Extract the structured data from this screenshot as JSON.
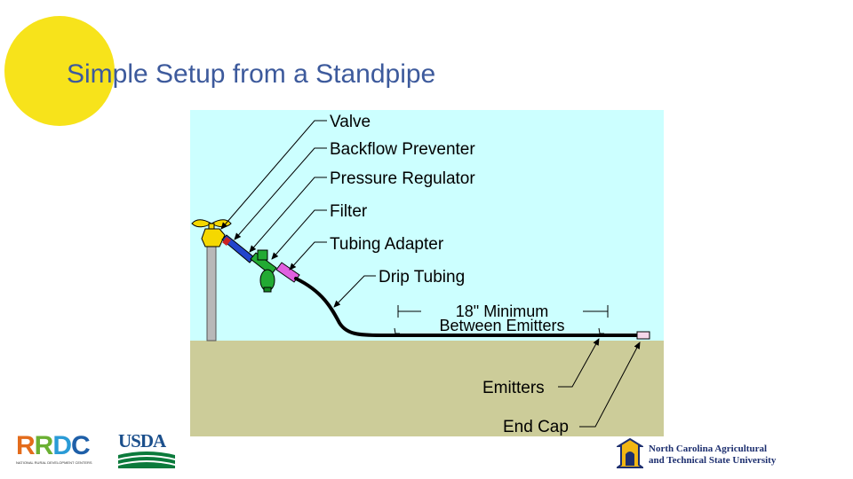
{
  "slide": {
    "title": "Simple Setup from a Standpipe"
  },
  "diagram": {
    "labels": {
      "valve": "Valve",
      "backflow_preventer": "Backflow Preventer",
      "pressure_regulator": "Pressure Regulator",
      "filter": "Filter",
      "tubing_adapter": "Tubing Adapter",
      "drip_tubing": "Drip Tubing",
      "spacing_top": "18\" Minimum",
      "spacing_bottom": "Between Emitters",
      "emitters": "Emitters",
      "end_cap": "End Cap"
    },
    "colors": {
      "sky": "#ccffff",
      "ground": "#cccc99",
      "pipe": "#b8b8b8",
      "valve": "#f5d800",
      "backflow_preventer": "#2244cc",
      "pressure_regulator": "#22aa33",
      "filter": "#22aa33",
      "tubing_adapter": "#e060e0",
      "tubing": "#000000"
    }
  },
  "logos": {
    "rrdc": {
      "letters": [
        "R",
        "R",
        "D",
        "C"
      ],
      "letter_colors": [
        "#e36c1c",
        "#6bb033",
        "#2a9bd6",
        "#1e5fa8"
      ],
      "tagline": "NATIONAL RURAL DEVELOPMENT CENTERS"
    },
    "usda": {
      "text": "USDA"
    },
    "ncat": {
      "line1": "North Carolina Agricultural",
      "line2": "and Technical State University"
    }
  }
}
